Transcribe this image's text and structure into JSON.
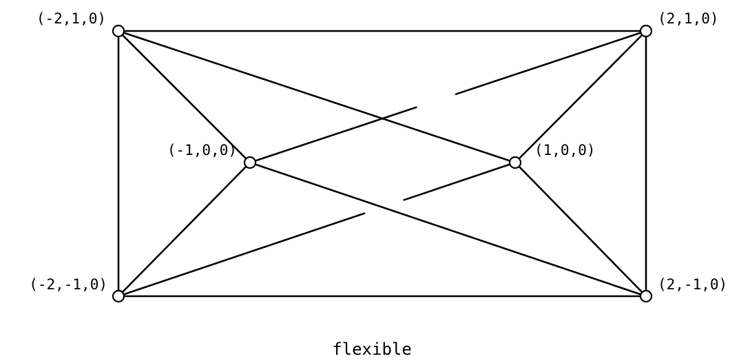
{
  "diagram": {
    "caption": "flexible",
    "nodes": [
      {
        "id": "tl",
        "label": "(-2,1,0)"
      },
      {
        "id": "tr",
        "label": "(2,1,0)"
      },
      {
        "id": "ml",
        "label": "(-1,0,0)"
      },
      {
        "id": "mr",
        "label": "(1,0,0)"
      },
      {
        "id": "bl",
        "label": "(-2,-1,0)"
      },
      {
        "id": "br",
        "label": "(2,-1,0)"
      }
    ],
    "edges": [
      {
        "from": "tl",
        "to": "tr"
      },
      {
        "from": "bl",
        "to": "br"
      },
      {
        "from": "tl",
        "to": "bl"
      },
      {
        "from": "tr",
        "to": "br"
      },
      {
        "from": "tl",
        "to": "ml"
      },
      {
        "from": "bl",
        "to": "ml"
      },
      {
        "from": "tr",
        "to": "mr"
      },
      {
        "from": "br",
        "to": "mr"
      },
      {
        "from": "tl",
        "to": "mr"
      },
      {
        "from": "ml",
        "to": "br"
      },
      {
        "from": "ml",
        "to": "tr"
      },
      {
        "from": "bl",
        "to": "mr"
      }
    ],
    "styles": {
      "stroke_color": "#000000",
      "node_fill": "#ffffff",
      "background": "#ffffff"
    }
  }
}
